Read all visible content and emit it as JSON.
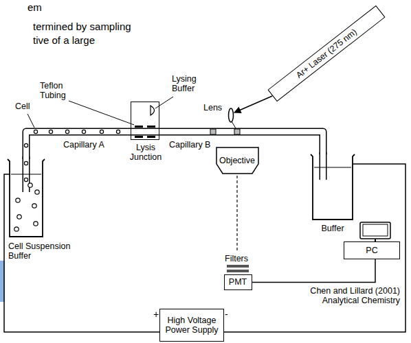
{
  "diagram": {
    "nodes": [
      {
        "text": [
          "Cell Suspension Buffer"
        ]
      },
      {
        "text": [
          "Lysis Junction"
        ]
      },
      {
        "text": [
          "Ar+ Laser (275 nm)"
        ]
      },
      {
        "text": [
          "Objective"
        ]
      },
      {
        "text": [
          "Buffer"
        ]
      },
      {
        "text": [
          "PMT"
        ]
      },
      {
        "text": [
          "PC"
        ]
      },
      {
        "text": [
          "High Voltage Power Supply"
        ]
      }
    ],
    "edges": [
      {
        "from": 0,
        "to": 1,
        "label": "Capillary A",
        "arrow": "none"
      },
      {
        "from": 1,
        "to": 4,
        "label": "Capillary B",
        "arrow": "none"
      },
      {
        "from": 5,
        "to": 6,
        "arrow": "none"
      },
      {
        "from": 0,
        "to": 7,
        "arrow": "none"
      },
      {
        "from": 4,
        "to": 7,
        "arrow": "none"
      }
    ],
    "labels": [
      "em",
      "termined by sampling",
      "tive of a large",
      "Cell",
      "Teflon Tubing",
      "Lysing Buffer",
      "Lens",
      "Filters",
      "+",
      "-",
      "Chen and Lillard (2001) Analytical Chemistry"
    ]
  }
}
